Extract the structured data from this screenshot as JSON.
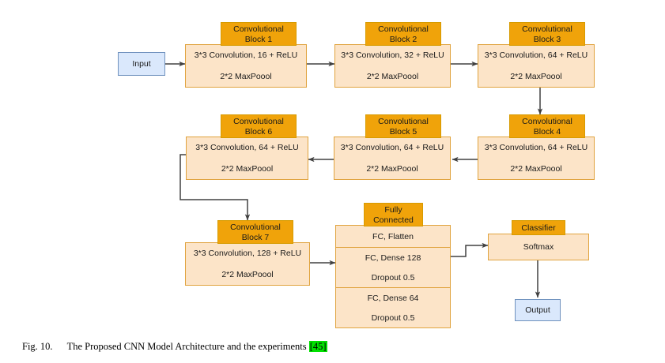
{
  "figure": {
    "label": "Fig. 10.",
    "caption": "The Proposed CNN Model Architecture and the experiments",
    "reference": "45",
    "ref_open": "[",
    "ref_close": "]"
  },
  "colors": {
    "header_fill": "#F0A30A",
    "header_border": "#D79B00",
    "body_fill": "#FCE4C8",
    "body_border": "#E0A33E",
    "io_fill": "#DAE8FC",
    "io_border": "#7092BE",
    "wire": "#404040",
    "ref_highlight": "#00e000"
  },
  "io": {
    "input_label": "Input",
    "output_label": "Output"
  },
  "blocks": [
    {
      "id": "conv1",
      "header_line1": "Convolutional",
      "header_line2": "Block 1",
      "row1": "3*3 Convolution, 16 + ReLU",
      "row2": "2*2 MaxPoool"
    },
    {
      "id": "conv2",
      "header_line1": "Convolutional",
      "header_line2": "Block 2",
      "row1": "3*3 Convolution, 32 + ReLU",
      "row2": "2*2 MaxPoool"
    },
    {
      "id": "conv3",
      "header_line1": "Convolutional",
      "header_line2": "Block 3",
      "row1": "3*3 Convolution, 64 + ReLU",
      "row2": "2*2 MaxPoool"
    },
    {
      "id": "conv4",
      "header_line1": "Convolutional",
      "header_line2": "Block 4",
      "row1": "3*3 Convolution, 64 + ReLU",
      "row2": "2*2 MaxPoool"
    },
    {
      "id": "conv5",
      "header_line1": "Convolutional",
      "header_line2": "Block 5",
      "row1": "3*3 Convolution, 64 + ReLU",
      "row2": "2*2 MaxPoool"
    },
    {
      "id": "conv6",
      "header_line1": "Convolutional",
      "header_line2": "Block 6",
      "row1": "3*3 Convolution, 64 + ReLU",
      "row2": "2*2 MaxPoool"
    },
    {
      "id": "conv7",
      "header_line1": "Convolutional",
      "header_line2": "Block 7",
      "row1": "3*3 Convolution, 128 + ReLU",
      "row2": "2*2 MaxPoool"
    }
  ],
  "fully_connected": {
    "header_line1": "Fully",
    "header_line2": "Connected",
    "sections": [
      {
        "lines": [
          "FC, Flatten"
        ]
      },
      {
        "lines": [
          "FC, Dense 128",
          "Dropout 0.5"
        ]
      },
      {
        "lines": [
          "FC, Dense 64",
          "Dropout 0.5"
        ]
      }
    ]
  },
  "classifier": {
    "header_line1": "Classifier",
    "header_line2": "",
    "row1": "Softmax"
  }
}
